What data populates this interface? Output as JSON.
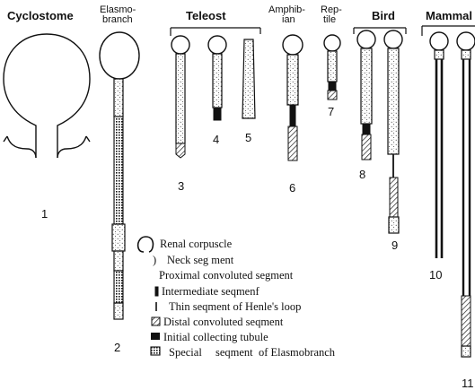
{
  "headers": {
    "cyclostome": "Cyclostome",
    "elasmo_1": "Elasmo-",
    "elasmo_2": "branch",
    "teleost": "Teleost",
    "amphib_1": "Amphib-",
    "amphib_2": "ian",
    "rep_1": "Rep-",
    "rep_2": "tile",
    "bird": "Bird",
    "mammal": "Mammal"
  },
  "numbers": [
    "1",
    "2",
    "3",
    "4",
    "5",
    "6",
    "7",
    "8",
    "9",
    "10",
    "11"
  ],
  "legend": {
    "renal_corpuscle": "Renal corpuscle",
    "neck_segment": "Neck seg ment",
    "proximal": "Proximal convoluted segment",
    "intermediate": "Intermediate seqmenf",
    "thin_segment": "Thin seqment of Henle's loop",
    "distal": "Distal convoluted seqment",
    "initial_collecting": "Initial collecting tubule",
    "special_1": "Special",
    "special_2": "seqment",
    "special_3": "of Elasmobranch"
  }
}
